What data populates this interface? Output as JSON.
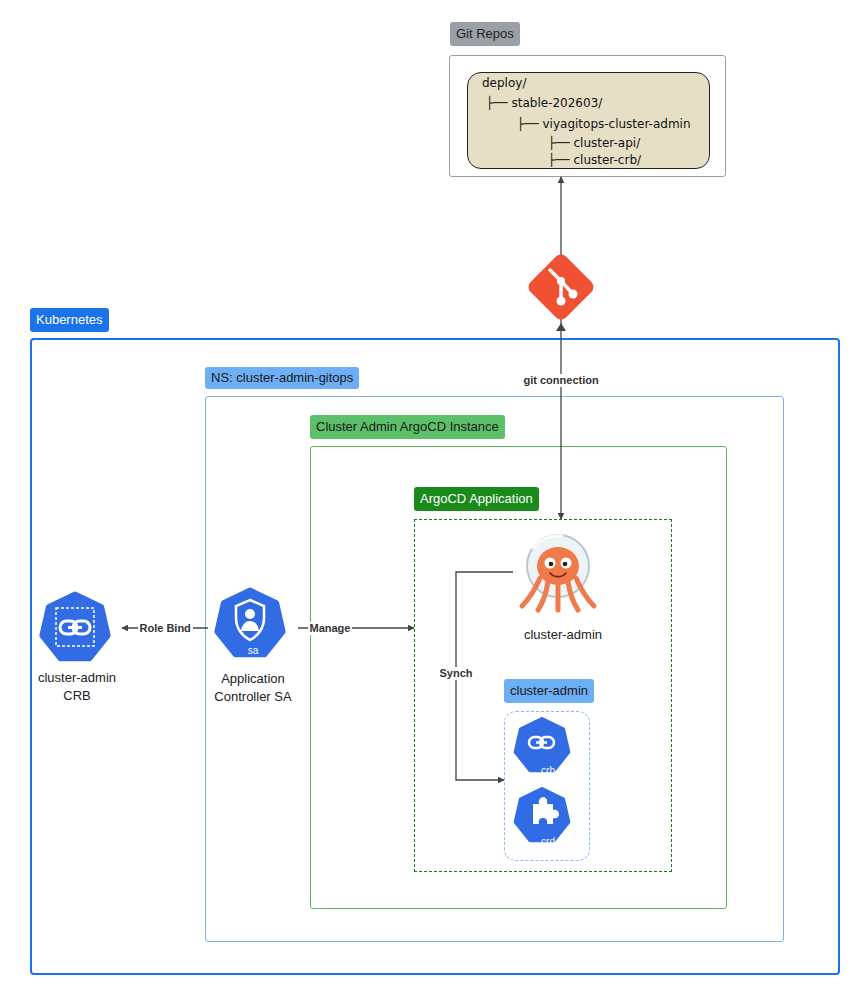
{
  "diagram": {
    "nodes": [
      {
        "text": [
          "Git Repos"
        ]
      },
      {
        "text": [
          "deploy/",
          "├── stable-202603/",
          "├── viyagitops-cluster-admin",
          "├── cluster-api/",
          "├── cluster-crb/"
        ],
        "in": 0
      },
      {
        "text": [
          "Kubernetes"
        ]
      },
      {
        "text": [
          "cluster-admin CRB"
        ],
        "in": 2
      },
      {
        "text": [
          "NS: cluster-admin-gitops"
        ],
        "in": 2
      },
      {
        "text": [
          "sa",
          "Application Controller SA"
        ],
        "in": 4
      },
      {
        "text": [
          "Cluster Admin ArgoCD Instance"
        ],
        "in": 4
      },
      {
        "text": [
          "ArgoCD Application"
        ],
        "in": 6
      },
      {
        "text": [
          "cluster-admin"
        ],
        "in": 7
      },
      {
        "text": [
          "cluster-admin"
        ],
        "in": 7
      },
      {
        "text": [
          "crb"
        ],
        "in": 9
      },
      {
        "text": [
          "crd"
        ],
        "in": 9
      }
    ],
    "edges": [
      {
        "from": 7,
        "to": 0,
        "label": "git connection",
        "arrow": "both"
      },
      {
        "from": 5,
        "to": 3,
        "label": "Role Bind",
        "arrow": "to"
      },
      {
        "from": 5,
        "to": 7,
        "label": "Manage",
        "arrow": "to"
      },
      {
        "from": 8,
        "to": 9,
        "label": "Synch",
        "arrow": "to"
      }
    ]
  }
}
